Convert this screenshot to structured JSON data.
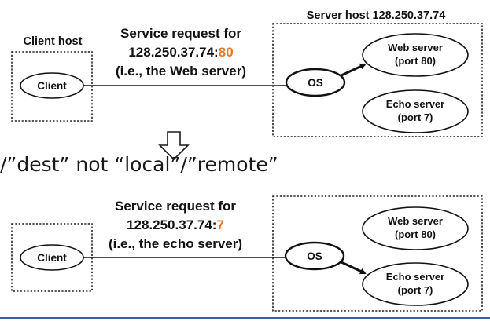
{
  "colors": {
    "port_accent": "#e87722",
    "footer_rule": "#3a5fa0"
  },
  "middle_text": "/”dest” not “local”/”remote”",
  "middle_arrow_icon": "down-arrow-icon",
  "top": {
    "server_host_label": "Server host 128.250.37.74",
    "client_host_label": "Client host",
    "client": "Client",
    "os": "OS",
    "request_line1": "Service request for",
    "request_ip": "128.250.37.74:",
    "request_port": "80",
    "request_line3": "(i.e., the Web server)",
    "web_server": {
      "name": "Web server",
      "port": "(port 80)"
    },
    "echo_server": {
      "name": "Echo server",
      "port": "(port 7)"
    }
  },
  "bottom": {
    "client": "Client",
    "os": "OS",
    "request_line1": "Service request for",
    "request_ip": "128.250.37.74:",
    "request_port": "7",
    "request_line3": "(i.e., the echo server)",
    "web_server": {
      "name": "Web server",
      "port": "(port 80)"
    },
    "echo_server": {
      "name": "Echo server",
      "port": "(port 7)"
    }
  }
}
